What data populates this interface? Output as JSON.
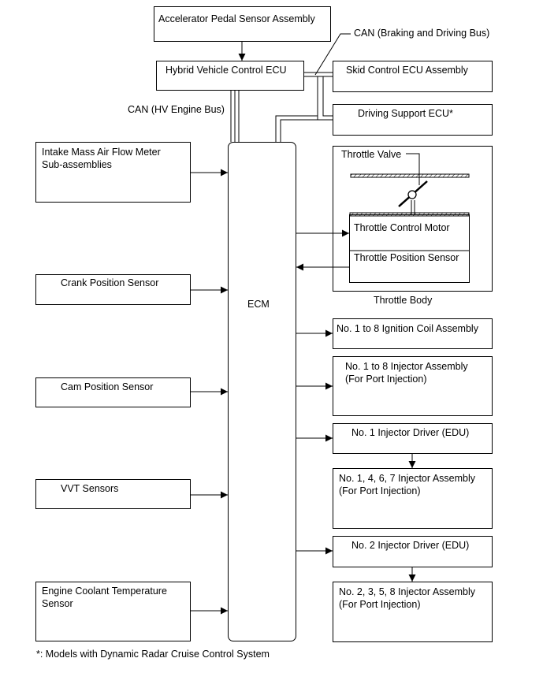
{
  "labels": {
    "accel_pedal": "Accelerator Pedal Sensor Assembly",
    "can_braking": "CAN (Braking and Driving Bus)",
    "hv_ecu": "Hybrid Vehicle Control ECU",
    "skid_ecu": "Skid Control ECU Assembly",
    "can_hv": "CAN (HV Engine Bus)",
    "driving_support": "Driving Support ECU*",
    "intake_maf": "Intake Mass Air Flow Meter\nSub-assemblies",
    "throttle_valve": "Throttle Valve",
    "throttle_motor": "Throttle Control Motor",
    "throttle_sensor": "Throttle Position Sensor",
    "throttle_body": "Throttle Body",
    "crank": "Crank Position Sensor",
    "ecm": "ECM",
    "ignition": "No. 1 to 8 Ignition Coil Assembly",
    "injector_all": "No. 1 to 8 Injector Assembly\n(For Port Injection)",
    "cam": "Cam Position Sensor",
    "edu1": "No. 1 Injector Driver (EDU)",
    "injector_1467": "No. 1, 4, 6, 7 Injector Assembly\n(For Port Injection)",
    "vvt": "VVT Sensors",
    "edu2": "No. 2 Injector Driver (EDU)",
    "engine_coolant": "Engine Coolant Temperature\nSensor",
    "injector_2358": "No. 2, 3, 5, 8 Injector Assembly\n(For Port Injection)",
    "footnote": "*: Models with Dynamic Radar Cruise Control System"
  }
}
